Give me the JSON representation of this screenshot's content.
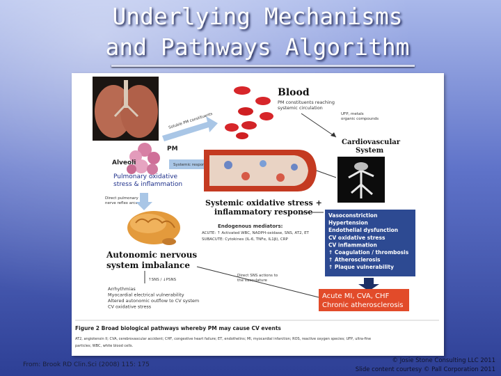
{
  "slide": {
    "title_line1": "Underlying Mechanisms",
    "title_line2": "and Pathways Algorithm",
    "footer_source": "From: Brook RD Clin.Sci (2008) 115: 175",
    "footer_copyright1": "© Josie Stone Consulting LLC 2011",
    "footer_copyright2": "Slide content courtesy © Pall Corporation 2011"
  },
  "figure": {
    "blood_title": "Blood",
    "blood_sub": [
      "PM constituents reaching",
      "systemic circulation"
    ],
    "soluble_arrow": "Soluble PM constituents",
    "ufp_note": [
      "UFP, metals",
      "organic compounds"
    ],
    "cardio_title": [
      "Cardiovascular",
      "System"
    ],
    "pm_label": "PM",
    "alveoli_label": "Alveoli",
    "systemic_resp": "Systemic responses",
    "pulm_title": [
      "Pulmonary oxidative",
      "stress & inflammation"
    ],
    "direct_pulm": [
      "Direct pulmonary",
      "nerve reflex arcs"
    ],
    "systemic_title": [
      "Systemic oxidative stress +",
      "inflammatory response"
    ],
    "endogenous": "Endogenous mediators:",
    "acute_line": "ACUTE: ↑ Activated WBC, NADPH-oxidase, SNS, AT2, ET",
    "subacute_line": "SUBACUTE: Cytokines (IL-6, TNFα, IL1β), CRP",
    "effects": [
      "Vasoconstriction",
      "Hypertension",
      "Endothelial dysfunction",
      "CV oxidative stress",
      "CV inflammation",
      "↑ Coagulation / thrombosis",
      "↑ Atherosclerosis",
      "↑ Plaque vulnerability"
    ],
    "autonomic_title": [
      "Autonomic nervous",
      "system imbalance"
    ],
    "sns_label": "↑SNS / ↓PSNS",
    "direct_sns": [
      "Direct SNS actions to",
      "the vasculature"
    ],
    "outcomes": [
      "Arrhythmias",
      "Myocardial electrical vulnerability",
      "Altered autonomic outflow to CV system",
      "CV oxidative stress"
    ],
    "acute_outcome": [
      "Acute MI, CVA, CHF",
      "Chronic atherosclerosis"
    ],
    "caption_bold": "Figure 2   Broad biological pathways whereby PM may cause CV events",
    "caption_abbrev": [
      "AT2, angiotensin II; CVA, cerebrovascular accident; CHF, congestive heart failure; ET, endothelins; MI, myocardial infarction; ROS, reactive oxygen species; UFP, ultra-fine",
      "particles; WBC, white blood cells."
    ]
  }
}
